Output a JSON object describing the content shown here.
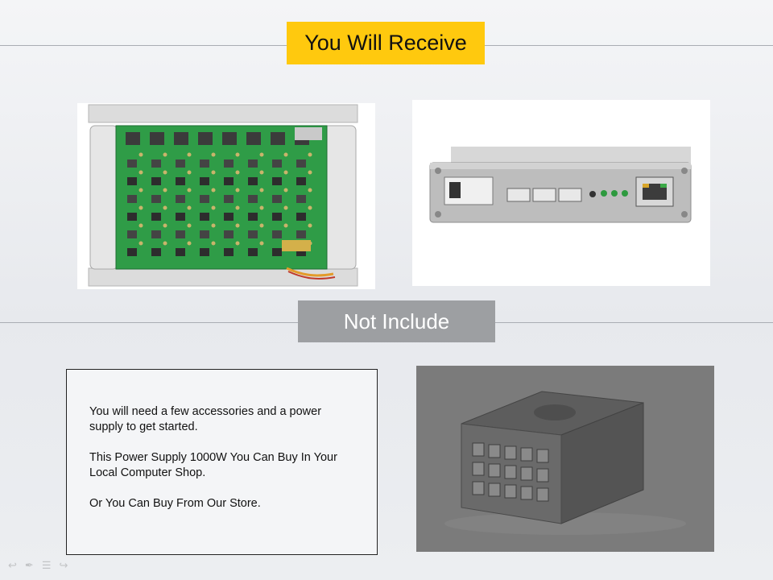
{
  "slide": {
    "receive_heading": "You Will Receive",
    "not_include_heading": "Not Include",
    "notes": [
      "You will need a few accessories and a power supply to get started.",
      "This Power Supply 1000W You Can Buy In Your Local  Computer Shop.",
      "Or You Can Buy From Our Store."
    ]
  },
  "colors": {
    "receive_banner": "#ffc90e",
    "not_include_banner": "#9d9fa2",
    "pcb_green": "#2f9c47"
  },
  "icons": [
    "undo-icon",
    "pen-icon",
    "menu-icon",
    "redo-icon"
  ]
}
